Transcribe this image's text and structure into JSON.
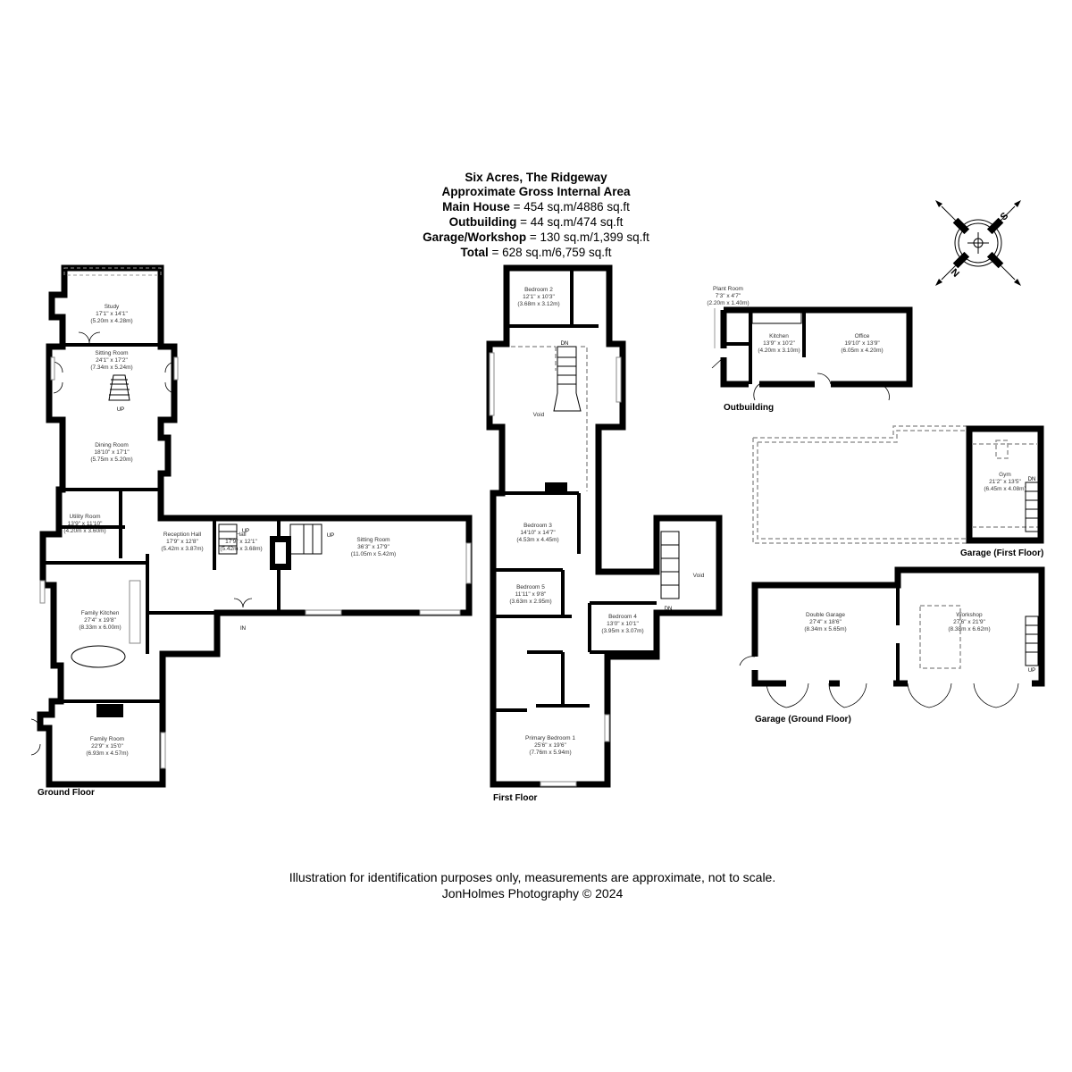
{
  "header": {
    "title": "Six Acres, The Ridgeway",
    "subtitle": "Approximate Gross Internal Area",
    "areas": [
      {
        "label": "Main House",
        "value": " = 454 sq.m/4886 sq.ft"
      },
      {
        "label": "Outbuilding",
        "value": " = 44 sq.m/474 sq.ft"
      },
      {
        "label": "Garage/Workshop",
        "value": " = 130 sq.m/1,399 sq.ft"
      },
      {
        "label": "Total",
        "value": " = 628 sq.m/6,759 sq.ft"
      }
    ]
  },
  "floors": {
    "ground": "Ground Floor",
    "first": "First Floor",
    "outbuilding": "Outbuilding",
    "garage_first": "Garage (First Floor)",
    "garage_ground": "Garage (Ground Floor)"
  },
  "rooms": [
    {
      "name": "Study",
      "imperial": "17'1\" x 14'1\"",
      "metric": "(5.20m x 4.28m)"
    },
    {
      "name": "Sitting Room",
      "imperial": "24'1\" x 17'2\"",
      "metric": "(7.34m x 5.24m)"
    },
    {
      "name": "Dining Room",
      "imperial": "18'10\" x 17'1\"",
      "metric": "(5.75m x 5.20m)"
    },
    {
      "name": "Utility Room",
      "imperial": "13'9\" x 11'10\"",
      "metric": "(4.20m x 3.60m)"
    },
    {
      "name": "Family Kitchen",
      "imperial": "27'4\" x 19'8\"",
      "metric": "(8.33m x 6.00m)"
    },
    {
      "name": "Family Room",
      "imperial": "22'9\" x 15'0\"",
      "metric": "(6.93m x 4.57m)"
    },
    {
      "name": "Reception Hall",
      "imperial": "17'9\" x 12'8\"",
      "metric": "(5.42m x 3.87m)"
    },
    {
      "name": "Hall",
      "imperial": "17'9\" x 12'1\"",
      "metric": "(5.42m x 3.68m)"
    },
    {
      "name": "Sitting Room",
      "imperial": "36'3\" x 17'9\"",
      "metric": "(11.05m x 5.42m)"
    },
    {
      "name": "Bedroom 2",
      "imperial": "12'1\" x 10'3\"",
      "metric": "(3.68m x 3.12m)"
    },
    {
      "name": "Bedroom 3",
      "imperial": "14'10\" x 14'7\"",
      "metric": "(4.53m x 4.45m)"
    },
    {
      "name": "Bedroom 5",
      "imperial": "11'11\" x 9'8\"",
      "metric": "(3.63m x 2.95m)"
    },
    {
      "name": "Bedroom 4",
      "imperial": "13'0\" x 10'1\"",
      "metric": "(3.95m x 3.07m)"
    },
    {
      "name": "Primary Bedroom 1",
      "imperial": "25'6\" x 19'6\"",
      "metric": "(7.76m x 5.94m)"
    },
    {
      "name": "Plant Room",
      "imperial": "7'3\" x 4'7\"",
      "metric": "(2.20m x 1.40m)"
    },
    {
      "name": "Kitchen",
      "imperial": "13'9\" x 10'2\"",
      "metric": "(4.20m x 3.10m)"
    },
    {
      "name": "Office",
      "imperial": "19'10\" x 13'9\"",
      "metric": "(6.05m x 4.20m)"
    },
    {
      "name": "Gym",
      "imperial": "21'2\" x 13'5\"",
      "metric": "(6.45m x 4.08m)"
    },
    {
      "name": "Double Garage",
      "imperial": "27'4\" x 18'6\"",
      "metric": "(8.34m x 5.65m)"
    },
    {
      "name": "Workshop",
      "imperial": "27'6\" x 21'9\"",
      "metric": "(8.38m x 6.62m)"
    }
  ],
  "voids": [
    "Void",
    "Void"
  ],
  "stair_labels": {
    "up": "UP",
    "dn": "DN",
    "in": "IN"
  },
  "compass": {
    "n": "N",
    "s": "S"
  },
  "footer": {
    "disclaimer": "Illustration for identification purposes only, measurements are approximate, not to scale.",
    "credit": "JonHolmes Photography © 2024"
  }
}
